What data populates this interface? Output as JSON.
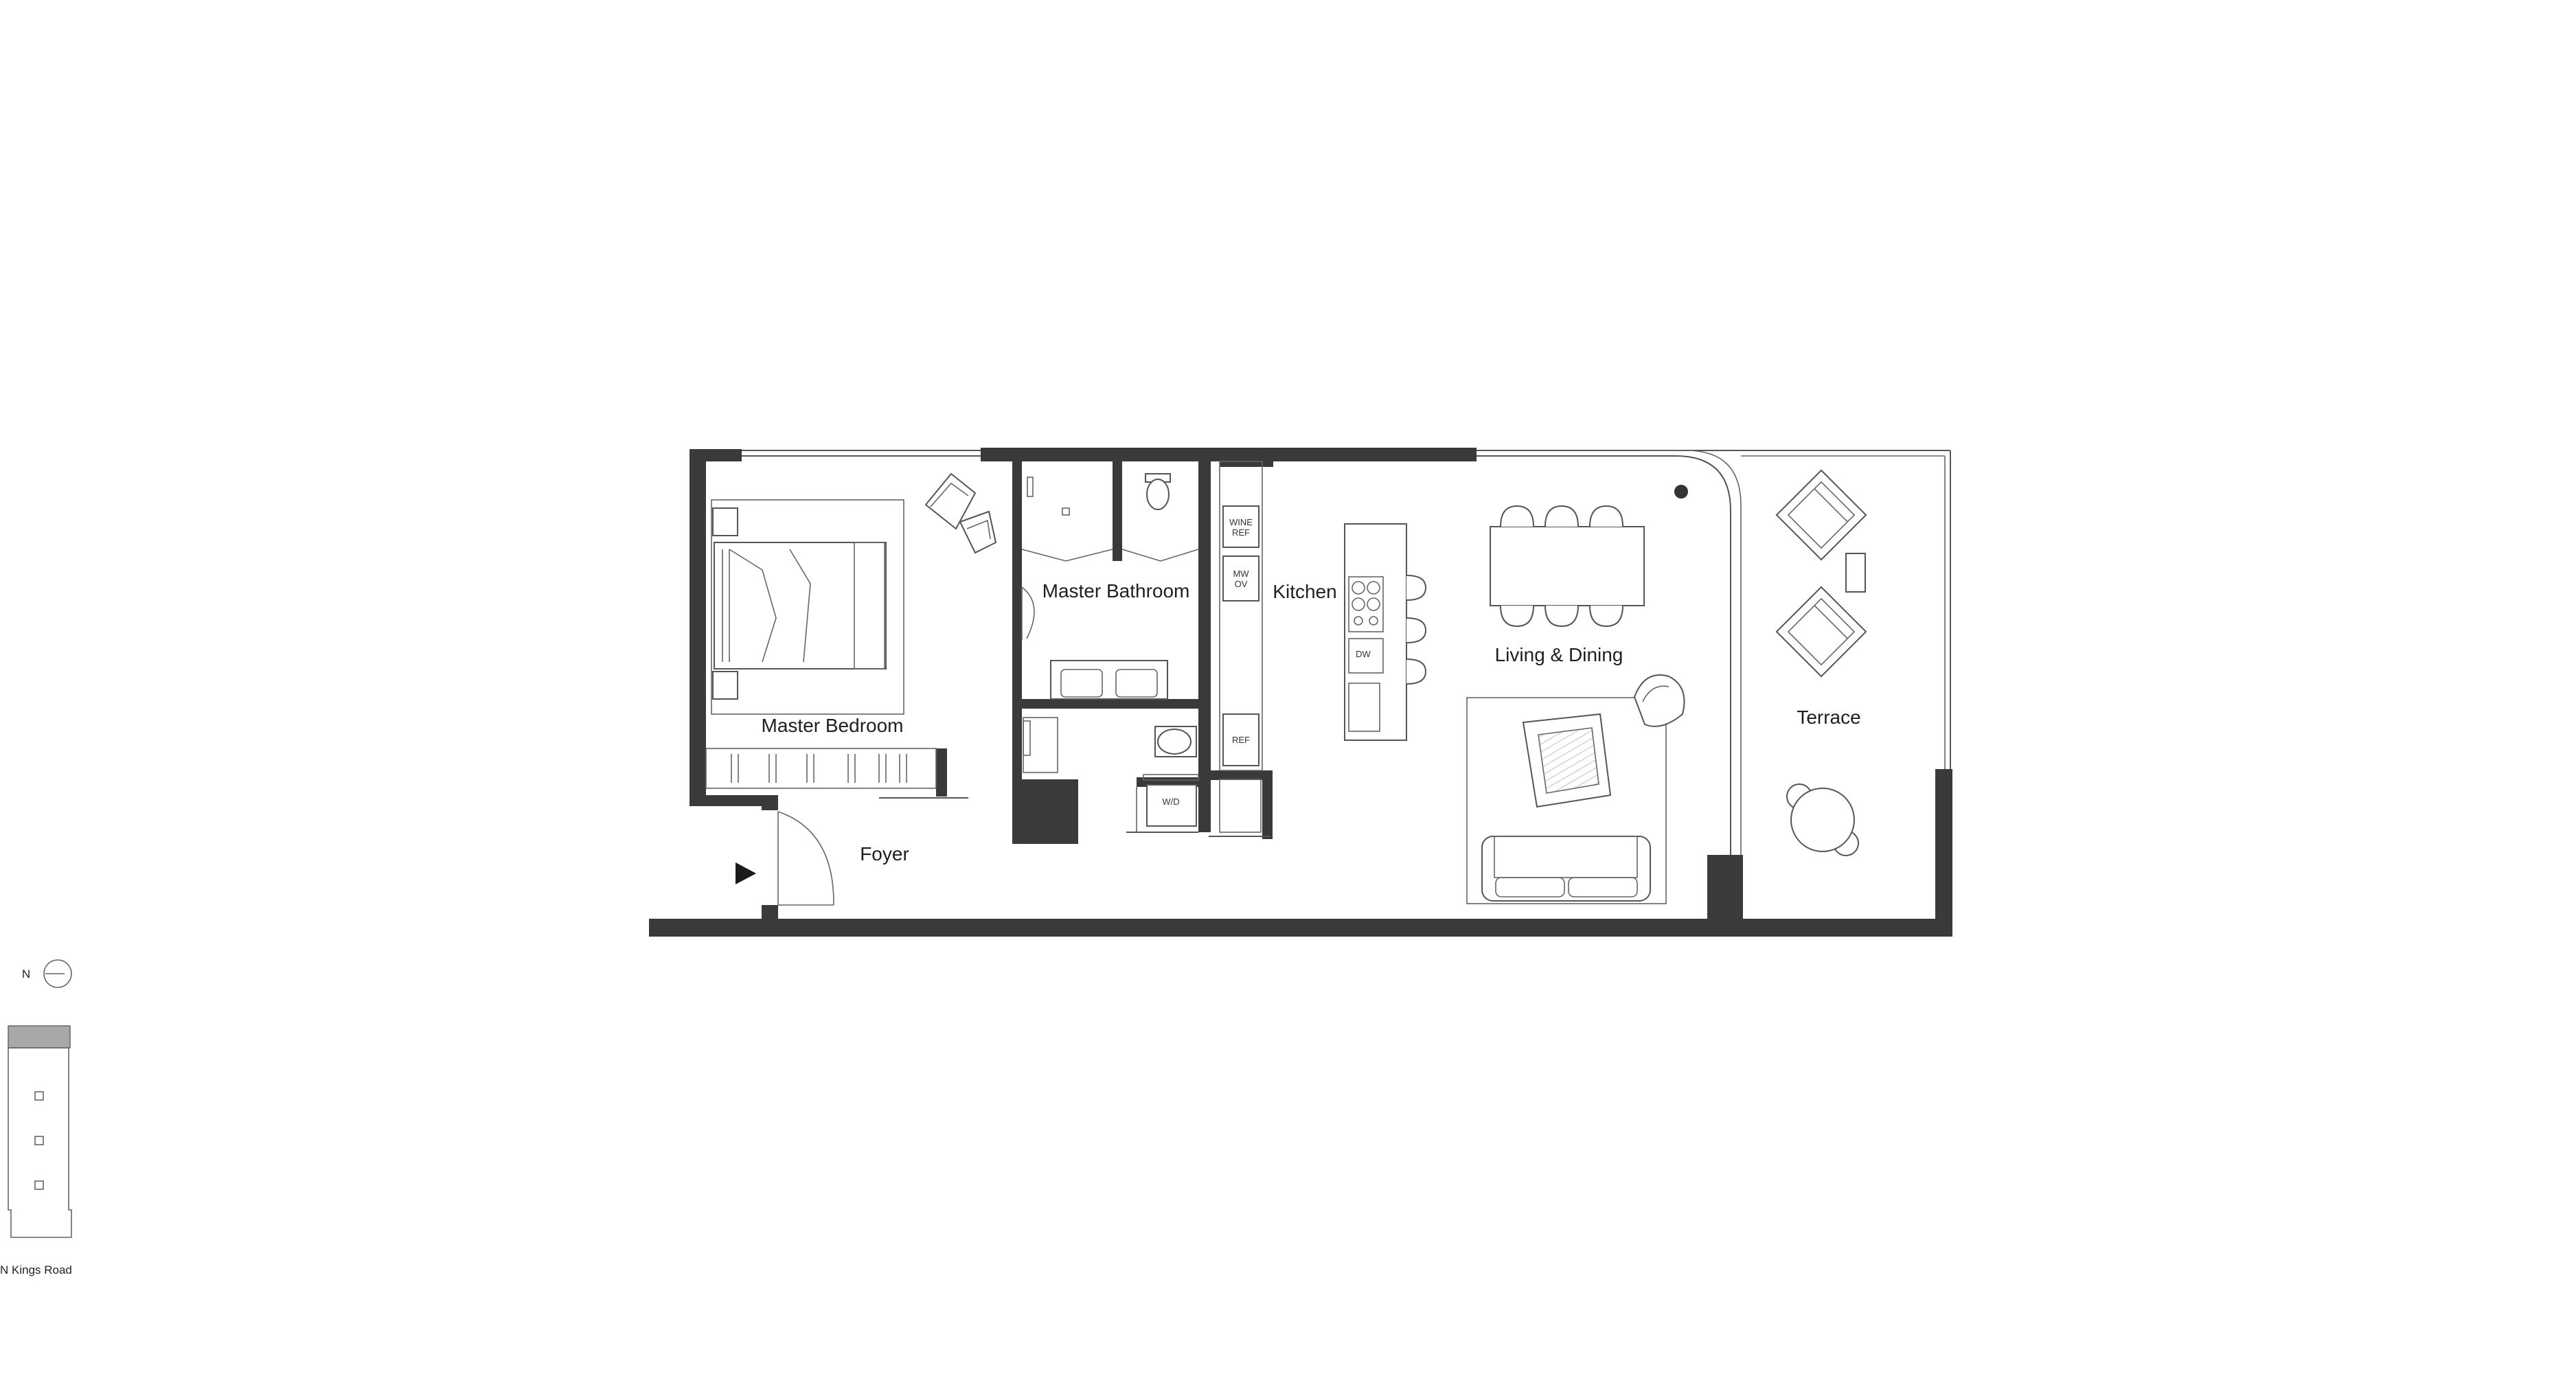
{
  "rooms": {
    "master_bedroom": "Master Bedroom",
    "master_bathroom": "Master Bathroom",
    "kitchen": "Kitchen",
    "living_dining": "Living & Dining",
    "terrace": "Terrace",
    "foyer": "Foyer"
  },
  "appliances": {
    "wine_ref_line1": "WINE",
    "wine_ref_line2": "REF",
    "mw_ov_line1": "MW",
    "mw_ov_line2": "OV",
    "ref": "REF",
    "dw": "DW",
    "wd": "W/D"
  },
  "key_plan": {
    "north": "N",
    "street": "N Kings Road"
  },
  "colors": {
    "wall": "#3a3a3a",
    "line": "#555555",
    "key_plan_unit": "#a8a8a8"
  }
}
